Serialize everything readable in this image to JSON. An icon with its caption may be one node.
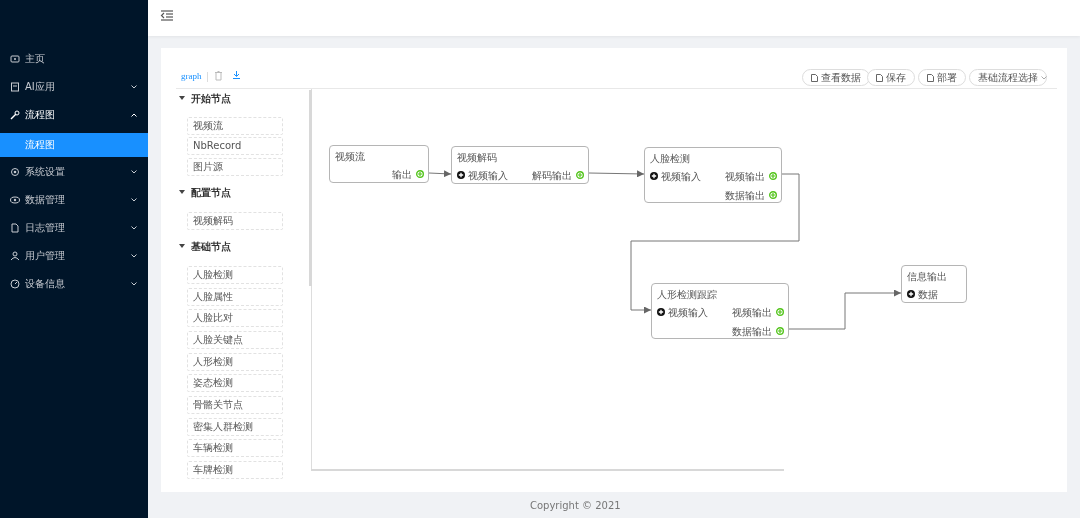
{
  "diagram": {
    "nodes": [
      {
        "text": [
          "视频流",
          "输出"
        ]
      },
      {
        "text": [
          "视频解码",
          "视频输入",
          "解码输出"
        ]
      },
      {
        "text": [
          "人脸检测",
          "视频输入",
          "视频输出",
          "数据输出"
        ]
      },
      {
        "text": [
          "人形检测跟踪",
          "视频输入",
          "视频输出",
          "数据输出"
        ]
      },
      {
        "text": [
          "信息输出",
          "数据"
        ]
      },
      {
        "text": [
          "视频流"
        ]
      },
      {
        "text": [
          "NbRecord"
        ]
      },
      {
        "text": [
          "图片源"
        ]
      },
      {
        "text": [
          "视频解码"
        ]
      },
      {
        "text": [
          "人脸检测"
        ]
      },
      {
        "text": [
          "人脸属性"
        ]
      },
      {
        "text": [
          "人脸比对"
        ]
      },
      {
        "text": [
          "人脸关键点"
        ]
      },
      {
        "text": [
          "人形检测"
        ]
      },
      {
        "text": [
          "姿态检测"
        ]
      },
      {
        "text": [
          "骨骼关节点"
        ]
      },
      {
        "text": [
          "密集人群检测"
        ]
      },
      {
        "text": [
          "车辆检测"
        ]
      },
      {
        "text": [
          "车牌检测"
        ]
      }
    ],
    "edges": [
      {
        "from": 0,
        "to": 1,
        "arrow": "to"
      },
      {
        "from": 1,
        "to": 2,
        "arrow": "to"
      },
      {
        "from": 2,
        "to": 3,
        "arrow": "to"
      },
      {
        "from": 3,
        "to": 4,
        "arrow": "to"
      }
    ],
    "labels": [
      "主页",
      "AI应用",
      "流程图",
      "流程图",
      "系统设置",
      "数据管理",
      "日志管理",
      "用户管理",
      "设备信息",
      "graph",
      "开始节点",
      "配置节点",
      "基础节点",
      "查看数据",
      "保存",
      "部署",
      "基础流程选择",
      "Copyright © 2021"
    ]
  }
}
